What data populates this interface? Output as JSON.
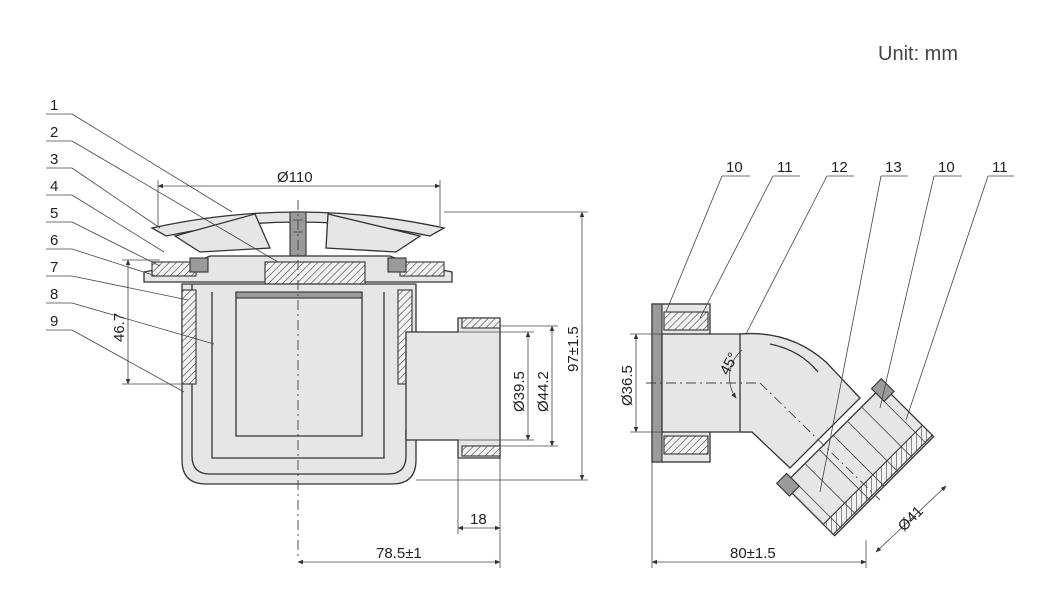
{
  "unit_label": "Unit: mm",
  "left_view": {
    "callouts": [
      "1",
      "2",
      "3",
      "4",
      "5",
      "6",
      "7",
      "8",
      "9"
    ],
    "dimensions": {
      "top_diameter": "Ø110",
      "height_left": "46.7",
      "outlet_inner": "Ø39.5",
      "outlet_outer": "Ø44.2",
      "total_height": "97±1.5",
      "outlet_length": "18",
      "center_to_outlet": "78.5±1"
    }
  },
  "right_view": {
    "callouts": [
      "10",
      "11",
      "12",
      "13",
      "10",
      "11"
    ],
    "dimensions": {
      "pipe_diameter": "Ø36.5",
      "angle": "45°",
      "outlet_diameter": "Ø41",
      "length": "80±1.5"
    }
  }
}
